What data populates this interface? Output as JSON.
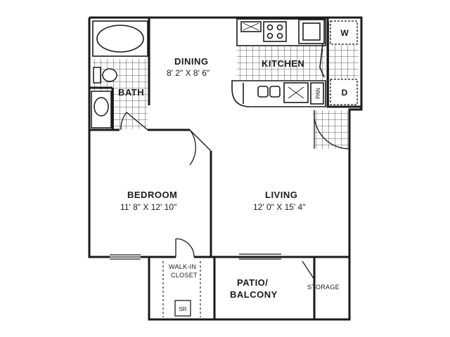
{
  "rooms": {
    "dining": {
      "name": "DINING",
      "dims": "8' 2\" X 8' 6\""
    },
    "kitchen": {
      "name": "KITCHEN"
    },
    "bath": {
      "name": "BATH"
    },
    "bedroom": {
      "name": "BEDROOM",
      "dims": "11' 8\" X 12' 10\""
    },
    "living": {
      "name": "LIVING",
      "dims": "12' 0\" X 15' 4\""
    },
    "closet": {
      "name_line1": "WALK-IN",
      "name_line2": "CLOSET"
    },
    "patio": {
      "name_line1": "PATIO/",
      "name_line2": "BALCONY"
    },
    "storage": {
      "name": "STORAGE"
    }
  },
  "fixtures": {
    "washer": "W",
    "dryer": "D",
    "pantry": "PAN",
    "shelf_rod": "SR"
  },
  "colors": {
    "wall": "#1a1a1a",
    "tile_line": "#2a2a2a",
    "background": "#ffffff"
  }
}
